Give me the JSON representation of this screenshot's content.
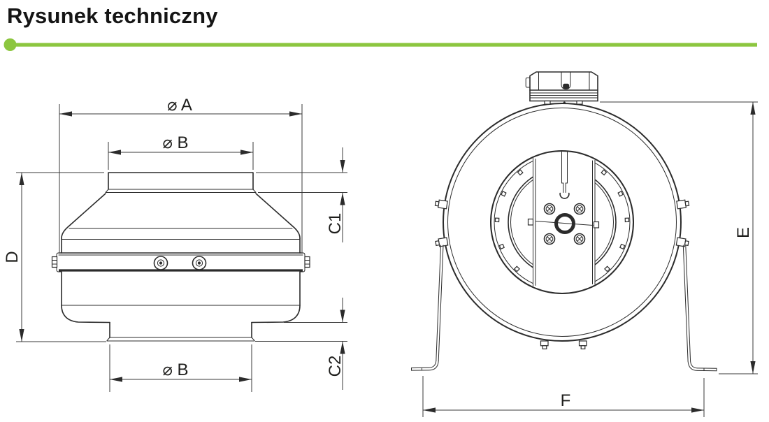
{
  "header": {
    "title": "Rysunek techniczny"
  },
  "colors": {
    "accent_green": "#8CC63F",
    "line_color": "#2b2b2b"
  },
  "dimensions": {
    "side_view": {
      "dia_a": "⌀ A",
      "dia_b_top": "⌀ B",
      "height_d": "D",
      "spigot_c1": "C1",
      "spigot_c2": "C2",
      "dia_b_bottom": "⌀ B"
    },
    "front_view": {
      "height_e": "E",
      "feet_span_f": "F"
    }
  }
}
